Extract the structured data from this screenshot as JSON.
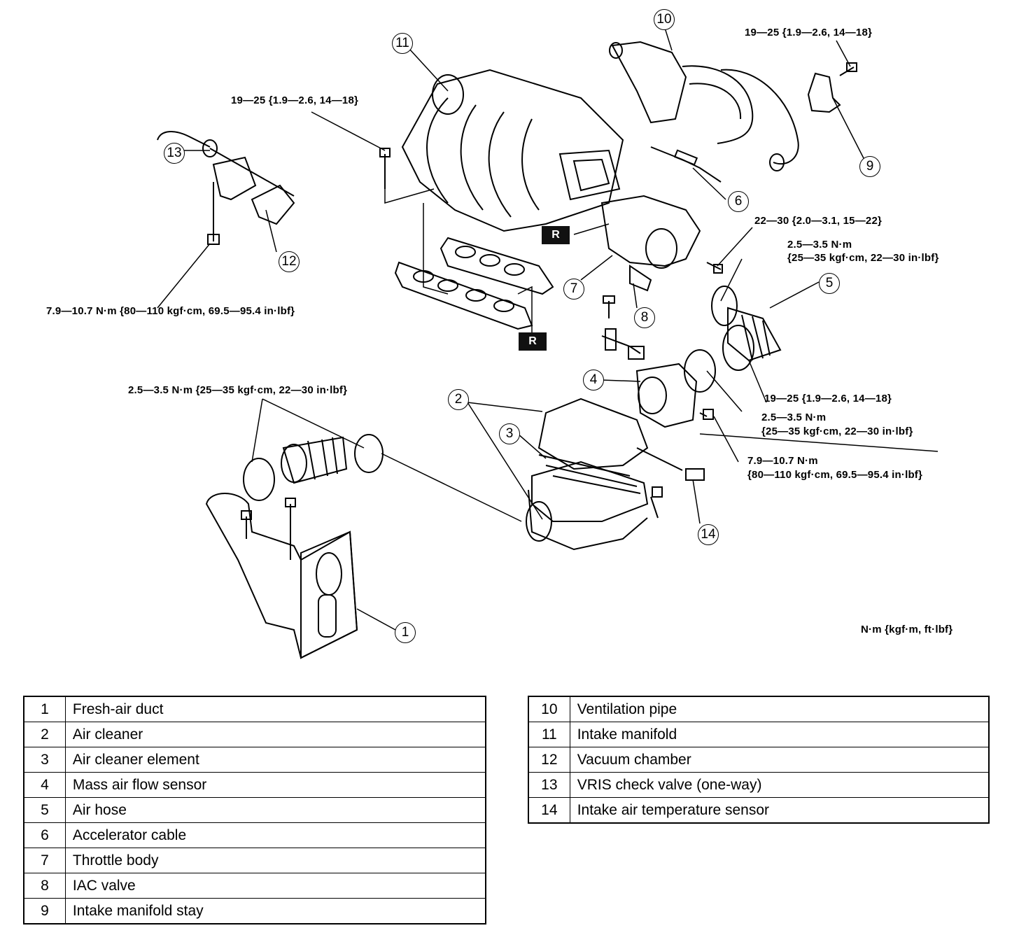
{
  "torque": {
    "t1": "19—25 {1.9—2.6, 14—18}",
    "t2": "19—25 {1.9—2.6, 14—18}",
    "t3": "22—30 {2.0—3.1, 15—22}",
    "t4a": "2.5—3.5 N·m",
    "t4b": "{25—35 kgf·cm, 22—30 in·lbf}",
    "t5": "7.9—10.7 N·m {80—110 kgf·cm, 69.5—95.4 in·lbf}",
    "t6": "2.5—3.5 N·m {25—35 kgf·cm, 22—30 in·lbf}",
    "t7": "19—25 {1.9—2.6, 14—18}",
    "t8a": "2.5—3.5 N·m",
    "t8b": "{25—35 kgf·cm, 22—30 in·lbf}",
    "t9a": "7.9—10.7 N·m",
    "t9b": "{80—110 kgf·cm, 69.5—95.4 in·lbf}",
    "units": "N·m {kgf·m, ft·lbf}"
  },
  "badge": "R",
  "callouts": [
    "1",
    "2",
    "3",
    "4",
    "5",
    "6",
    "7",
    "8",
    "9",
    "10",
    "11",
    "12",
    "13",
    "14"
  ],
  "legend_left": [
    {
      "num": "1",
      "name": "Fresh-air duct"
    },
    {
      "num": "2",
      "name": "Air cleaner"
    },
    {
      "num": "3",
      "name": "Air cleaner element"
    },
    {
      "num": "4",
      "name": "Mass air flow sensor"
    },
    {
      "num": "5",
      "name": "Air hose"
    },
    {
      "num": "6",
      "name": "Accelerator cable"
    },
    {
      "num": "7",
      "name": "Throttle body"
    },
    {
      "num": "8",
      "name": "IAC valve"
    },
    {
      "num": "9",
      "name": "Intake manifold stay"
    }
  ],
  "legend_right": [
    {
      "num": "10",
      "name": "Ventilation pipe"
    },
    {
      "num": "11",
      "name": "Intake manifold"
    },
    {
      "num": "12",
      "name": "Vacuum chamber"
    },
    {
      "num": "13",
      "name": "VRIS check valve (one-way)"
    },
    {
      "num": "14",
      "name": "Intake air temperature sensor"
    }
  ]
}
